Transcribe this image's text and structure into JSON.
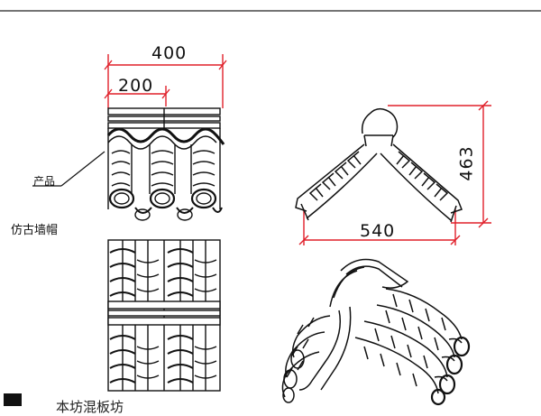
{
  "dimensions": {
    "top_width": "400",
    "half_width": "200",
    "side_width": "540",
    "side_height": "463"
  },
  "labels": {
    "product": "产品",
    "item_name": "仿古墙帽",
    "footer_fragment": "本坊混板坊"
  },
  "colors": {
    "line": "#111111",
    "dimension": "#e0202a",
    "background": "#ffffff"
  }
}
